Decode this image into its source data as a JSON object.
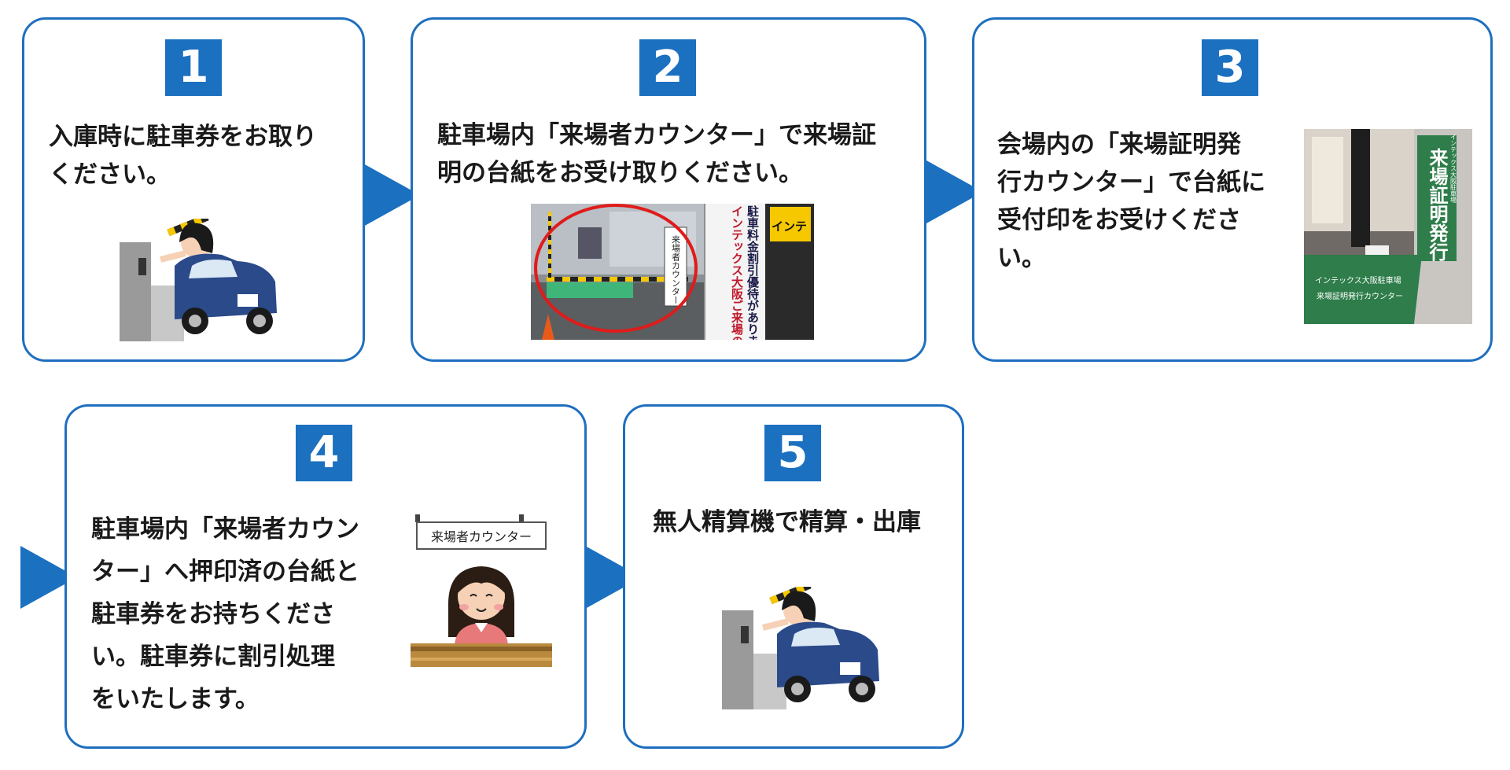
{
  "steps": [
    {
      "number": "1",
      "text": "入庫時に駐車券をお取り\nください。"
    },
    {
      "number": "2",
      "text": "駐車場内「来場者カウンター」で来場証\n明の台紙をお受け取りください。"
    },
    {
      "number": "3",
      "text": "会場内の「来場証明発\n行カウンター」で台紙に\n受付印をお受けくださ\nい。"
    },
    {
      "number": "4",
      "text": "駐車場内「来場者カウン\nター」へ押印済の台紙と\n駐車券をお持ちくださ\nい。駐車券に割引処理\nをいたします。"
    },
    {
      "number": "5",
      "text": "無人精算機で精算・出庫"
    }
  ],
  "photo2": {
    "sign_vertical_1": "来場者カウンター",
    "sign_vertical_2": "インテックス大阪ご来場の方は",
    "sign_vertical_3": "駐車料金割引優待があります",
    "sign_top_right": "インテ"
  },
  "photo3": {
    "banner": "来場証明発行",
    "banner_top": "インテックス大阪駐車場",
    "counter_cloth_1": "インテックス大阪駐車場",
    "counter_cloth_2": "来場証明発行カウンター"
  },
  "illustration4": {
    "sign": "来場者カウンター"
  },
  "colors": {
    "accent": "#1b70c0",
    "border": "#1f6fbf",
    "car": "#2b4a8a",
    "banner_green": "#2e7d4a"
  }
}
